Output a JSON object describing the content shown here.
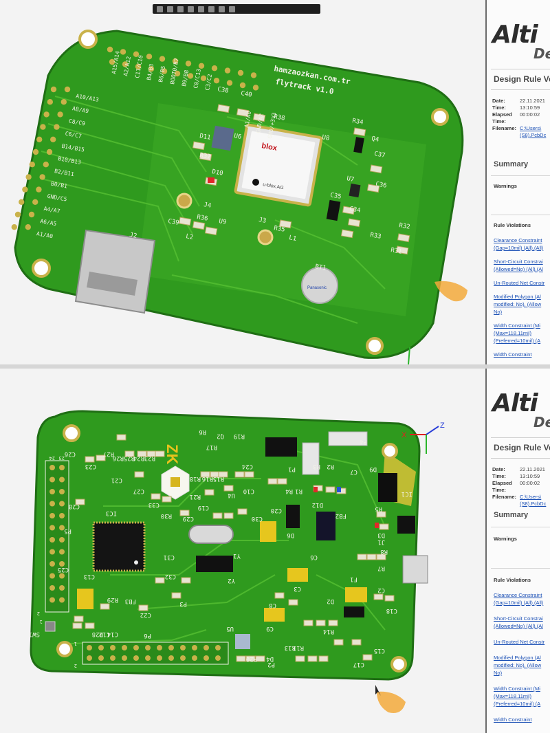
{
  "photo_top": {
    "board": {
      "website": "hamzaozkan.com.tr",
      "project": "flytrack v1.0",
      "pin_labels_left": [
        "A10/A13",
        "A8/A9",
        "C8/C9",
        "C6/C7",
        "B14/B15",
        "B10/B13",
        "B2/B11",
        "B0/B1",
        "GND/C5",
        "A4/A7",
        "A6/A5",
        "A1/A0"
      ],
      "pin_labels_top": [
        "A15/A14",
        "A2/A12",
        "C11/C10",
        "B4/B3",
        "B6/B5",
        "BOOT0/B7",
        "B9/B8",
        "C0/C13",
        "C3/C2",
        "A1/A0",
        "GND/A2",
        "GND/+3V3"
      ],
      "gps_brand": "blox",
      "gps_maker": "u-blox AG",
      "battery_brand": "Panasonic",
      "ref": {
        "C38": "C38",
        "C40": "C40",
        "R38": "R38",
        "U8": "U8",
        "R34": "R34",
        "Q4": "Q4",
        "C37": "C37",
        "C36": "C36",
        "D11": "D11",
        "R37": "R37",
        "U6": "U6",
        "D10": "D10",
        "J4": "J4",
        "C39": "C39",
        "R36": "R36",
        "U9": "U9",
        "L2": "L2",
        "J3": "J3",
        "R35": "R35",
        "L1": "L1",
        "C35": "C35",
        "U7": "U7",
        "C34": "C34",
        "R33": "R33",
        "R32": "R32",
        "R31": "R31",
        "BT1": "BT1",
        "J2": "J2"
      }
    },
    "toolbar": {
      "icons": [
        "filter-icon",
        "undo-icon",
        "move-icon",
        "select-icon",
        "rotate-icon",
        "zoom-icon",
        "view-icon",
        "layer-icon"
      ]
    },
    "report": {
      "brand": "Alti",
      "brand_sub": "De",
      "title": "Design Rule Ve",
      "date_label": "Date:",
      "date": "22.11.2021",
      "time_label": "Time:",
      "time": "13:10:59",
      "elapsed_label": "Elapsed",
      "elapsed_label2": "Time:",
      "elapsed": "00:00:02",
      "filename_label": "Filename:",
      "filename": "C:\\Users\\",
      "filename2": "(S8).PcbDc",
      "summary": "Summary",
      "warnings": "Warnings",
      "rule_violations": "Rule Violations",
      "violations": [
        [
          "Clearance Constraint",
          "(Gap=10mil) (All),(All)"
        ],
        [
          "Short-Circuit Constrai",
          "(Allowed=No) (All),(Al"
        ],
        [
          "Un-Routed Net Constr"
        ],
        [
          "Modified Polygon (Al",
          "modified: No), (Allow",
          "No)"
        ],
        [
          "Width Constraint (Mi",
          "(Max=118.11mil)",
          "(Preferred=10mil) (A"
        ],
        [
          "Width Constraint"
        ]
      ]
    }
  },
  "photo_bottom": {
    "board": {
      "logo": "ZK",
      "ref": {
        "R6": "R6",
        "Q2": "Q2",
        "R19": "R19",
        "P4": "P4",
        "R17": "R17",
        "C26": "C26",
        "R27": "R27",
        "R26": "R26",
        "R25": "R25",
        "R24": "R24",
        "R23": "R23",
        "C23": "C23",
        "C21": "C21",
        "R18": "R18",
        "R16": "R16",
        "R15": "R15",
        "C24": "C24",
        "P1": "P1",
        "R3": "R3",
        "R2": "R2",
        "C7": "C7",
        "D9": "D9",
        "C27": "C27",
        "R21": "R21",
        "U4": "U4",
        "C10": "C10",
        "R4": "R4",
        "R1": "R1",
        "D12": "D12",
        "IC1": "IC1",
        "C28": "C28",
        "IC3": "IC3",
        "C33": "C33",
        "R30": "R30",
        "C29": "C29",
        "C30": "C30",
        "C20": "C20",
        "FB2": "FB2",
        "D3": "D3",
        "R5": "R5",
        "P5": "P5",
        "Y1": "Y1",
        "D6": "D6",
        "C31": "C31",
        "C32": "C32",
        "Y2": "Y2",
        "C6": "C6",
        "R8": "R8",
        "R7": "R7",
        "J1": "J1",
        "C25": "C25",
        "C13": "C13",
        "R29": "R29",
        "FB3": "FB3",
        "C22": "C22",
        "P3": "P3",
        "C8": "C8",
        "C3": "C3",
        "F1": "F1",
        "C2": "C2",
        "D2": "D2",
        "C18": "C18",
        "R28": "R28",
        "C12": "C12",
        "C14": "C14",
        "C9": "C9",
        "U5": "U5",
        "R20": "R20",
        "D4": "D4",
        "R13": "R13",
        "R11": "R11",
        "R14": "R14",
        "C15": "C15",
        "C17": "C17",
        "P6": "P6",
        "P2": "P2",
        "SW1": "SW1",
        "C19": "C19"
      },
      "header_numbers": [
        "24",
        "23",
        "2",
        "1",
        "1",
        "2"
      ]
    },
    "axes": {
      "x": "X",
      "z": "Z"
    },
    "report": {
      "brand": "Alti",
      "brand_sub": "De",
      "title": "Design Rule Ve",
      "date_label": "Date:",
      "date": "22.11.2021",
      "time_label": "Time:",
      "time": "13:10:59",
      "elapsed_label": "Elapsed",
      "elapsed_label2": "Time:",
      "elapsed": "00:00:02",
      "filename_label": "Filename:",
      "filename": "C:\\Users\\",
      "filename2": "(S8).PcbDc",
      "summary": "Summary",
      "warnings": "Warnings",
      "rule_violations": "Rule Violations",
      "violations": [
        [
          "Clearance Constraint",
          "(Gap=10mil) (All),(All)"
        ],
        [
          "Short-Circuit Constrai",
          "(Allowed=No) (All),(Al"
        ],
        [
          "Un-Routed Net Constr"
        ],
        [
          "Modified Polygon (Al",
          "modified: No), (Allow",
          "No)"
        ],
        [
          "Width Constraint (Mi",
          "(Max=118.11mil)",
          "(Preferred=10mil) (A"
        ],
        [
          "Width Constraint"
        ]
      ]
    }
  },
  "colors": {
    "board_green": "#2f9a1e",
    "board_light": "#4cb52c",
    "board_dark": "#1f6e14",
    "silk": "#f2f2e8",
    "pad_gold": "#c9b24a",
    "link": "#1a4fb5"
  }
}
